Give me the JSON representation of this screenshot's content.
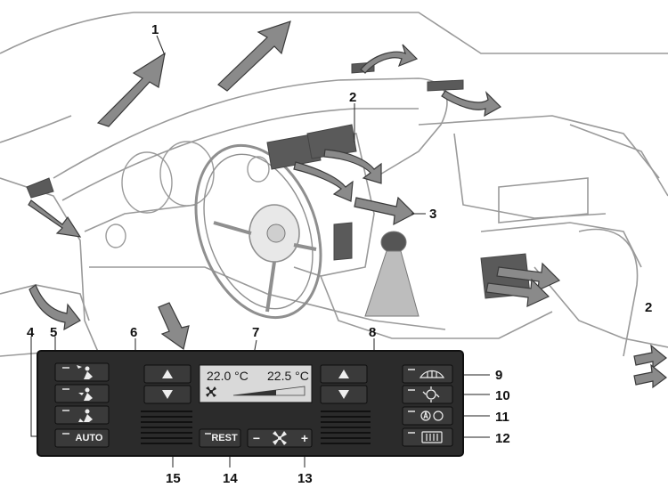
{
  "callouts": {
    "c1": "1",
    "c2_top": "2",
    "c3": "3",
    "c4": "4",
    "c5": "5",
    "c6": "6",
    "c7": "7",
    "c8": "8",
    "c9": "9",
    "c10": "10",
    "c11": "11",
    "c12": "12",
    "c13": "13",
    "c14": "14",
    "c15": "15",
    "c2_right": "2"
  },
  "panel": {
    "auto_label": "AUTO",
    "rest_label": "REST",
    "fan_minus": "−",
    "fan_plus": "+",
    "temp_left": "22.0 °C",
    "temp_right": "22.5 °C"
  },
  "colors": {
    "panel": "#2b2b2b",
    "button": "#3a3a3a",
    "lcd": "#d9d9d9",
    "arrow_fill": "#8a8a8a",
    "line_art": "#9a9a9a"
  },
  "icons": [
    "fan-icon",
    "defrost-windshield-icon",
    "recirculation-icon",
    "ac-icon",
    "rear-defrost-icon",
    "airflow-upper-icon",
    "airflow-middle-icon",
    "airflow-lower-icon"
  ]
}
